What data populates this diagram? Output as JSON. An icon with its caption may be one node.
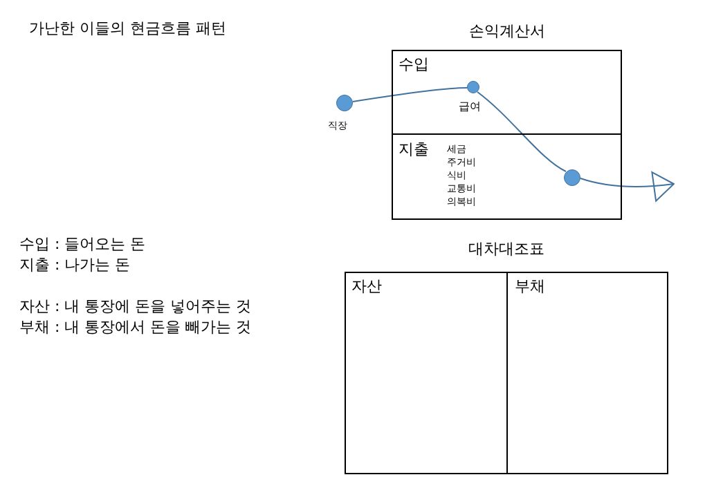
{
  "diagram": {
    "title": "가난한 이들의 현금흐름 패턴",
    "nodes": [
      {
        "text": [
          "손익계산서"
        ]
      },
      {
        "text": [
          "수입"
        ],
        "in": 0
      },
      {
        "text": [
          "지출",
          "세금",
          "주거비",
          "식비",
          "교통비",
          "의복비"
        ],
        "in": 0
      },
      {
        "text": [],
        "shape": "circle",
        "beside": [
          "직장"
        ]
      },
      {
        "text": [],
        "shape": "circle",
        "beside": [
          "급여"
        ],
        "in": 1
      },
      {
        "text": [],
        "shape": "circle",
        "in": 2
      },
      {
        "text": [
          "대차대조표"
        ]
      },
      {
        "text": [
          "자산"
        ],
        "in": 6
      },
      {
        "text": [
          "부채"
        ],
        "in": 6
      }
    ],
    "edges": [
      {
        "from": 3,
        "to": 4,
        "arrow": "none"
      },
      {
        "from": 4,
        "to": 5,
        "arrow": "none"
      },
      {
        "from": 5,
        "to": null,
        "arrow": "to"
      }
    ],
    "labels": [
      "수입 : 들어오는 돈",
      "지출 : 나가는 돈",
      "자산 : 내 통장에 돈을 넣어주는 것",
      "부채 : 내 통장에서 돈을 빼가는 것"
    ]
  }
}
